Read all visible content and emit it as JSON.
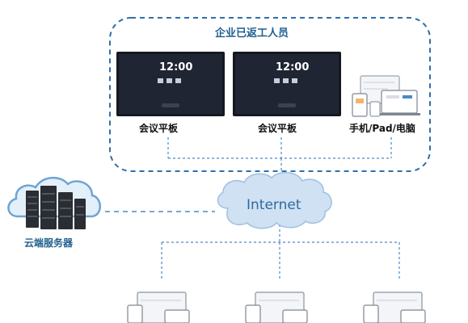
{
  "group": {
    "title": "企业已返工人员"
  },
  "devices": {
    "panel_1": {
      "label": "会议平板",
      "time": "12:00"
    },
    "panel_2": {
      "label": "会议平板",
      "time": "12:00"
    },
    "mobile": {
      "label": "手机/Pad/电脑"
    }
  },
  "internet": {
    "label": "Internet"
  },
  "server": {
    "label": "云端服务器"
  },
  "colors": {
    "dash_line": "#4a8ac4",
    "accent": "#1f5f8e",
    "cloud_fill": "#cfe1f2"
  }
}
